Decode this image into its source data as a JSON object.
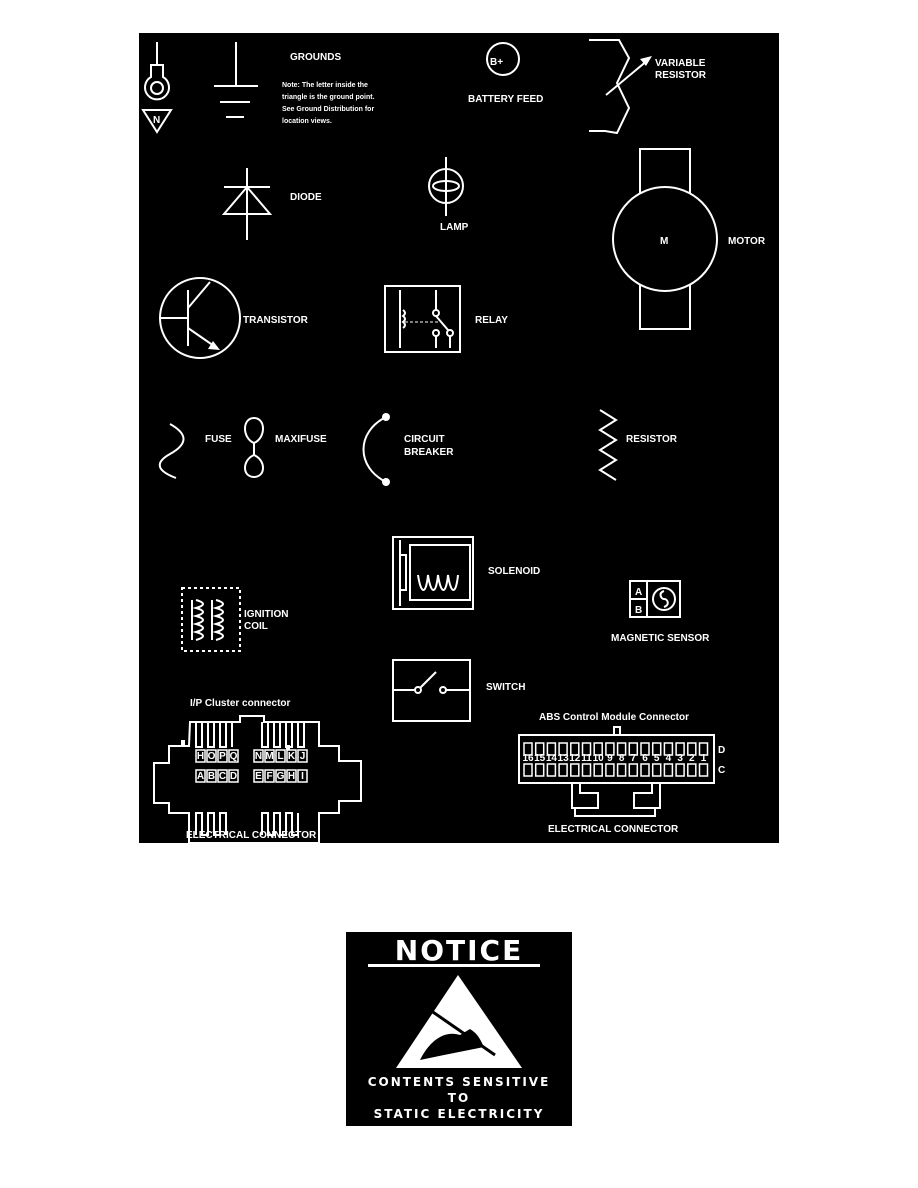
{
  "symbols": {
    "grounds": {
      "label": "GROUNDS",
      "note_lines": [
        "Note:  The letter inside the",
        "triangle is the ground point.",
        "See Ground Distribution for",
        "location views."
      ],
      "ground_point_letter": "N"
    },
    "battery_feed": {
      "symbol": "B+",
      "label": "BATTERY FEED"
    },
    "variable_resistor": {
      "label_lines": [
        "VARIABLE",
        "RESISTOR"
      ]
    },
    "diode": {
      "label": "DIODE"
    },
    "lamp": {
      "label": "LAMP"
    },
    "motor": {
      "symbol": "M",
      "label": "MOTOR"
    },
    "transistor": {
      "label": "TRANSISTOR"
    },
    "relay": {
      "label": "RELAY"
    },
    "fuse": {
      "label": "FUSE"
    },
    "maxifuse": {
      "label": "MAXIFUSE"
    },
    "circuit_breaker": {
      "label_lines": [
        "CIRCUIT",
        "BREAKER"
      ]
    },
    "resistor": {
      "label": "RESISTOR"
    },
    "solenoid": {
      "label": "SOLENOID"
    },
    "ignition_coil": {
      "label_lines": [
        "IGNITION",
        "COIL"
      ]
    },
    "magnetic_sensor": {
      "label": "MAGNETIC SENSOR",
      "pins": [
        "A",
        "B"
      ]
    },
    "switch": {
      "label": "SWITCH"
    },
    "ip_cluster_connector": {
      "title": "I/P Cluster connector",
      "label": "ELECTRICAL CONNECTOR",
      "pins_top": [
        "H",
        "O",
        "P",
        "Q",
        "N",
        "M",
        "L",
        "K",
        "J"
      ],
      "pins_bottom": [
        "A",
        "B",
        "C",
        "D",
        "E",
        "F",
        "G",
        "H",
        "I"
      ]
    },
    "abs_connector": {
      "title": "ABS Control Module Connector",
      "label": "ELECTRICAL CONNECTOR",
      "row_labels": [
        "D",
        "C"
      ],
      "pin_numbers": [
        "16",
        "15",
        "14",
        "13",
        "12",
        "11",
        "10",
        "9",
        "8",
        "7",
        "6",
        "5",
        "4",
        "3",
        "2",
        "1"
      ]
    }
  },
  "notice": {
    "title": "NOTICE",
    "lines": [
      "CONTENTS SENSITIVE",
      "TO",
      "STATIC ELECTRICITY"
    ]
  }
}
